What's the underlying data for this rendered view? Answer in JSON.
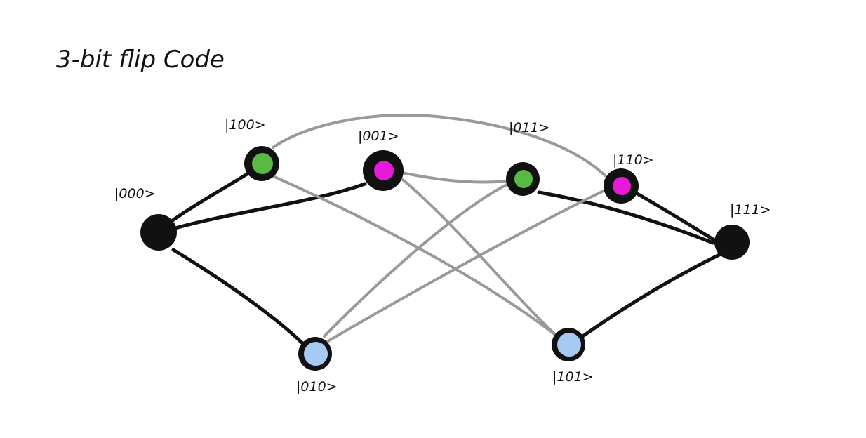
{
  "title": "3-bit flip Code",
  "colors": {
    "background": "#ffffff",
    "outline": "#111111",
    "edge_primary": "#111111",
    "edge_secondary": "#999999",
    "green": "#5ab845",
    "magenta": "#e61ad9",
    "light_blue": "#a9c9f5"
  },
  "nodes": [
    {
      "id": "n000",
      "label": "|000>",
      "fill": "#111111"
    },
    {
      "id": "n100",
      "label": "|100>",
      "fill": "#5ab845"
    },
    {
      "id": "n001",
      "label": "|001>",
      "fill": "#e61ad9"
    },
    {
      "id": "n011",
      "label": "|011>",
      "fill": "#5ab845"
    },
    {
      "id": "n110",
      "label": "|110>",
      "fill": "#e61ad9"
    },
    {
      "id": "n111",
      "label": "|111>",
      "fill": "#111111"
    },
    {
      "id": "n010",
      "label": "|010>",
      "fill": "#a9c9f5"
    },
    {
      "id": "n101",
      "label": "|101>",
      "fill": "#a9c9f5"
    }
  ],
  "edges": [
    {
      "from": "n000",
      "to": "n100",
      "style": "primary"
    },
    {
      "from": "n000",
      "to": "n001",
      "style": "primary"
    },
    {
      "from": "n000",
      "to": "n010",
      "style": "primary"
    },
    {
      "from": "n011",
      "to": "n111",
      "style": "primary"
    },
    {
      "from": "n110",
      "to": "n111",
      "style": "primary"
    },
    {
      "from": "n101",
      "to": "n111",
      "style": "primary"
    },
    {
      "from": "n100",
      "to": "n110",
      "style": "secondary"
    },
    {
      "from": "n100",
      "to": "n101",
      "style": "secondary"
    },
    {
      "from": "n001",
      "to": "n011",
      "style": "secondary"
    },
    {
      "from": "n001",
      "to": "n101",
      "style": "secondary"
    },
    {
      "from": "n010",
      "to": "n011",
      "style": "secondary"
    },
    {
      "from": "n010",
      "to": "n110",
      "style": "secondary"
    }
  ]
}
